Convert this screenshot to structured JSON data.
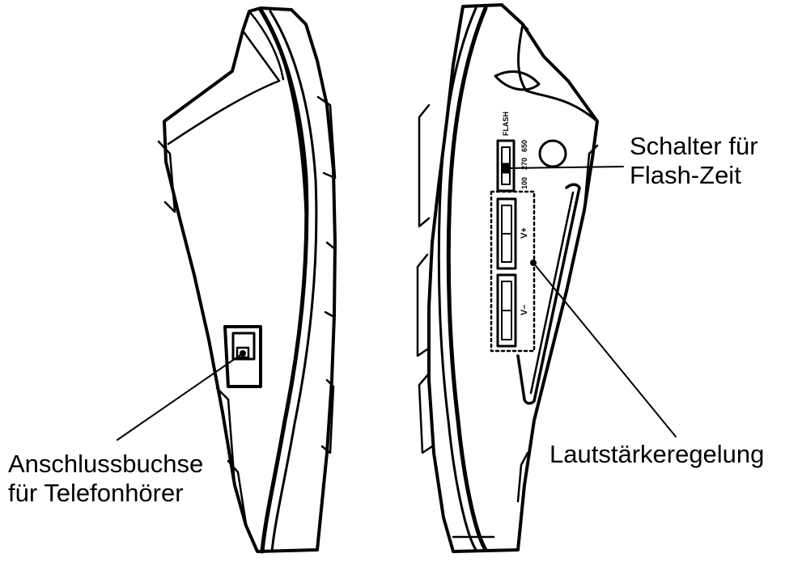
{
  "labels": {
    "flash_switch": [
      "Schalter für",
      "Flash-Zeit"
    ],
    "volume": "Lautstärkeregelung",
    "handset_jack": [
      "Anschlussbuchse",
      "für Telefonhörer"
    ]
  },
  "flash_panel": {
    "title": "FLASH",
    "positions": [
      "100",
      "270",
      "650"
    ]
  },
  "volume_buttons": {
    "up": "V+",
    "down": "V–"
  }
}
